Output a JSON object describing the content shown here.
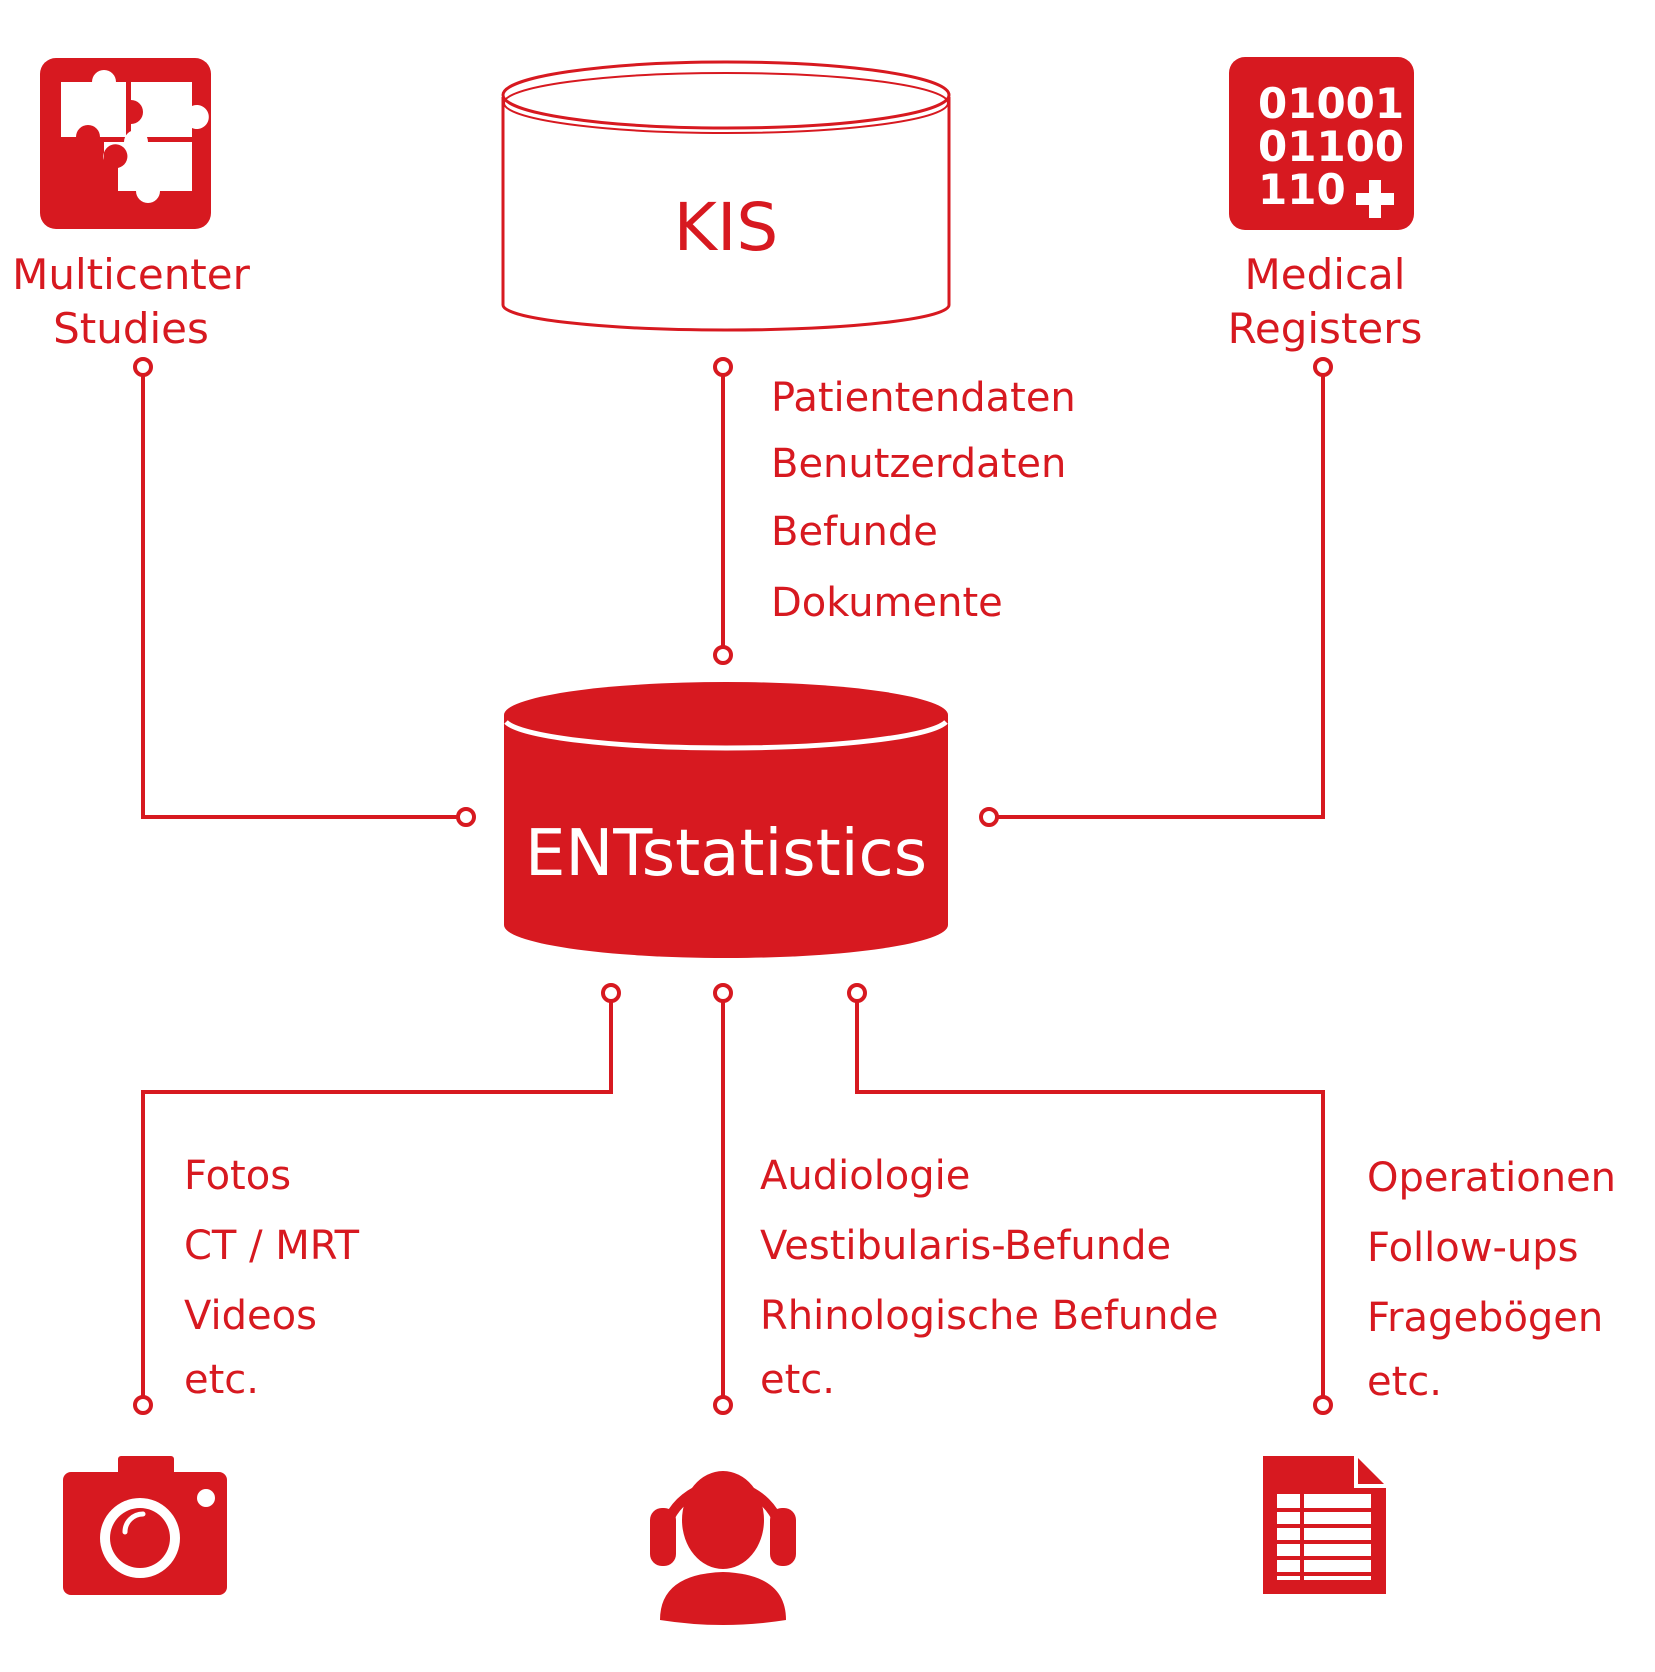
{
  "colors": {
    "accent": "#d71920",
    "background": "#ffffff"
  },
  "nodes": {
    "kis": {
      "label": "KIS",
      "icon": "database-cylinder-outline"
    },
    "entstatistics": {
      "label": "ENTstatistics",
      "icon": "database-cylinder-filled"
    },
    "multicenter": {
      "label_line1": "Multicenter",
      "label_line2": "Studies",
      "icon": "puzzle-icon"
    },
    "medical_registers": {
      "label_line1": "Medical",
      "label_line2": "Registers",
      "icon": "binary-medical-icon",
      "binary_lines": [
        "01001",
        "01100",
        "110"
      ]
    },
    "camera": {
      "icon": "camera-icon"
    },
    "audiology": {
      "icon": "headset-person-icon"
    },
    "document": {
      "icon": "document-table-icon"
    }
  },
  "lists": {
    "kis_data": [
      "Patientendaten",
      "Benutzerdaten",
      "Befunde",
      "Dokumente"
    ],
    "imaging": [
      "Fotos",
      "CT / MRT",
      "Videos",
      "etc."
    ],
    "audiology": [
      "Audiologie",
      "Vestibularis-Befunde",
      "Rhinologische Befunde",
      "etc."
    ],
    "documents": [
      "Operationen",
      "Follow-ups",
      "Fragebögen",
      "etc."
    ]
  }
}
